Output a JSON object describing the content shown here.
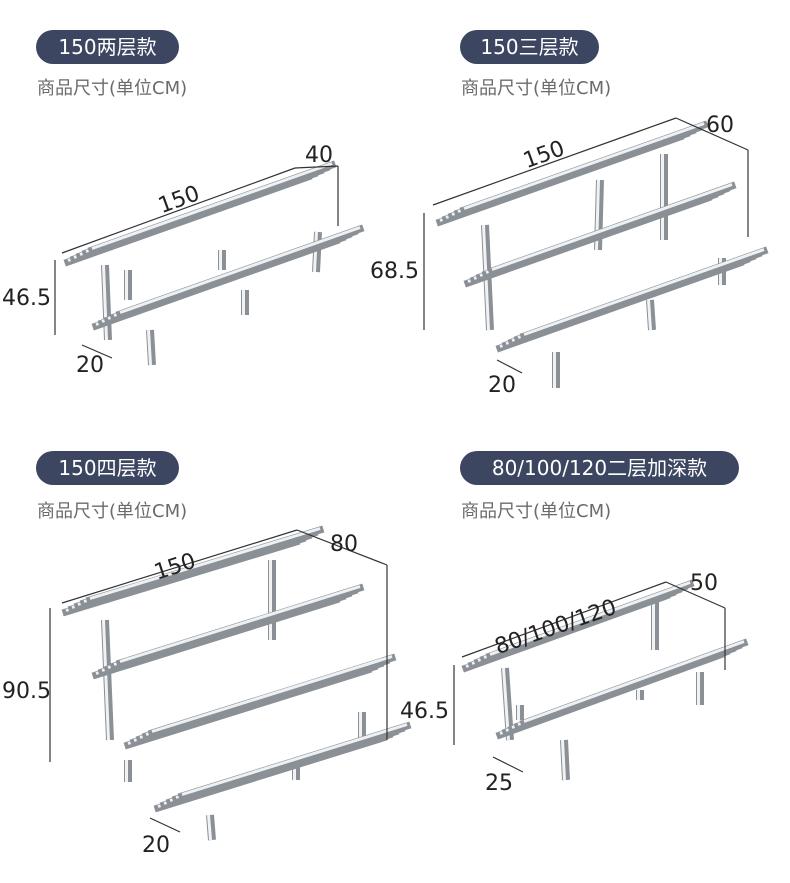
{
  "colors": {
    "badge_bg": "#3d4661",
    "badge_text": "#ffffff",
    "steel": "#b9bfc4"
  },
  "panels": [
    {
      "title": "150两层款",
      "subtitle": "商品尺寸(单位CM)",
      "length": "150",
      "depth": "40",
      "height": "46.5",
      "slat": "20"
    },
    {
      "title": "150三层款",
      "subtitle": "商品尺寸(单位CM)",
      "length": "150",
      "depth": "60",
      "height": "68.5",
      "slat": "20"
    },
    {
      "title": "150四层款",
      "subtitle": "商品尺寸(单位CM)",
      "length": "150",
      "depth": "80",
      "height": "90.5",
      "slat": "20"
    },
    {
      "title": "80/100/120二层加深款",
      "subtitle": "商品尺寸(单位CM)",
      "length": "80/100/120",
      "depth": "50",
      "height": "46.5",
      "slat": "25"
    }
  ]
}
